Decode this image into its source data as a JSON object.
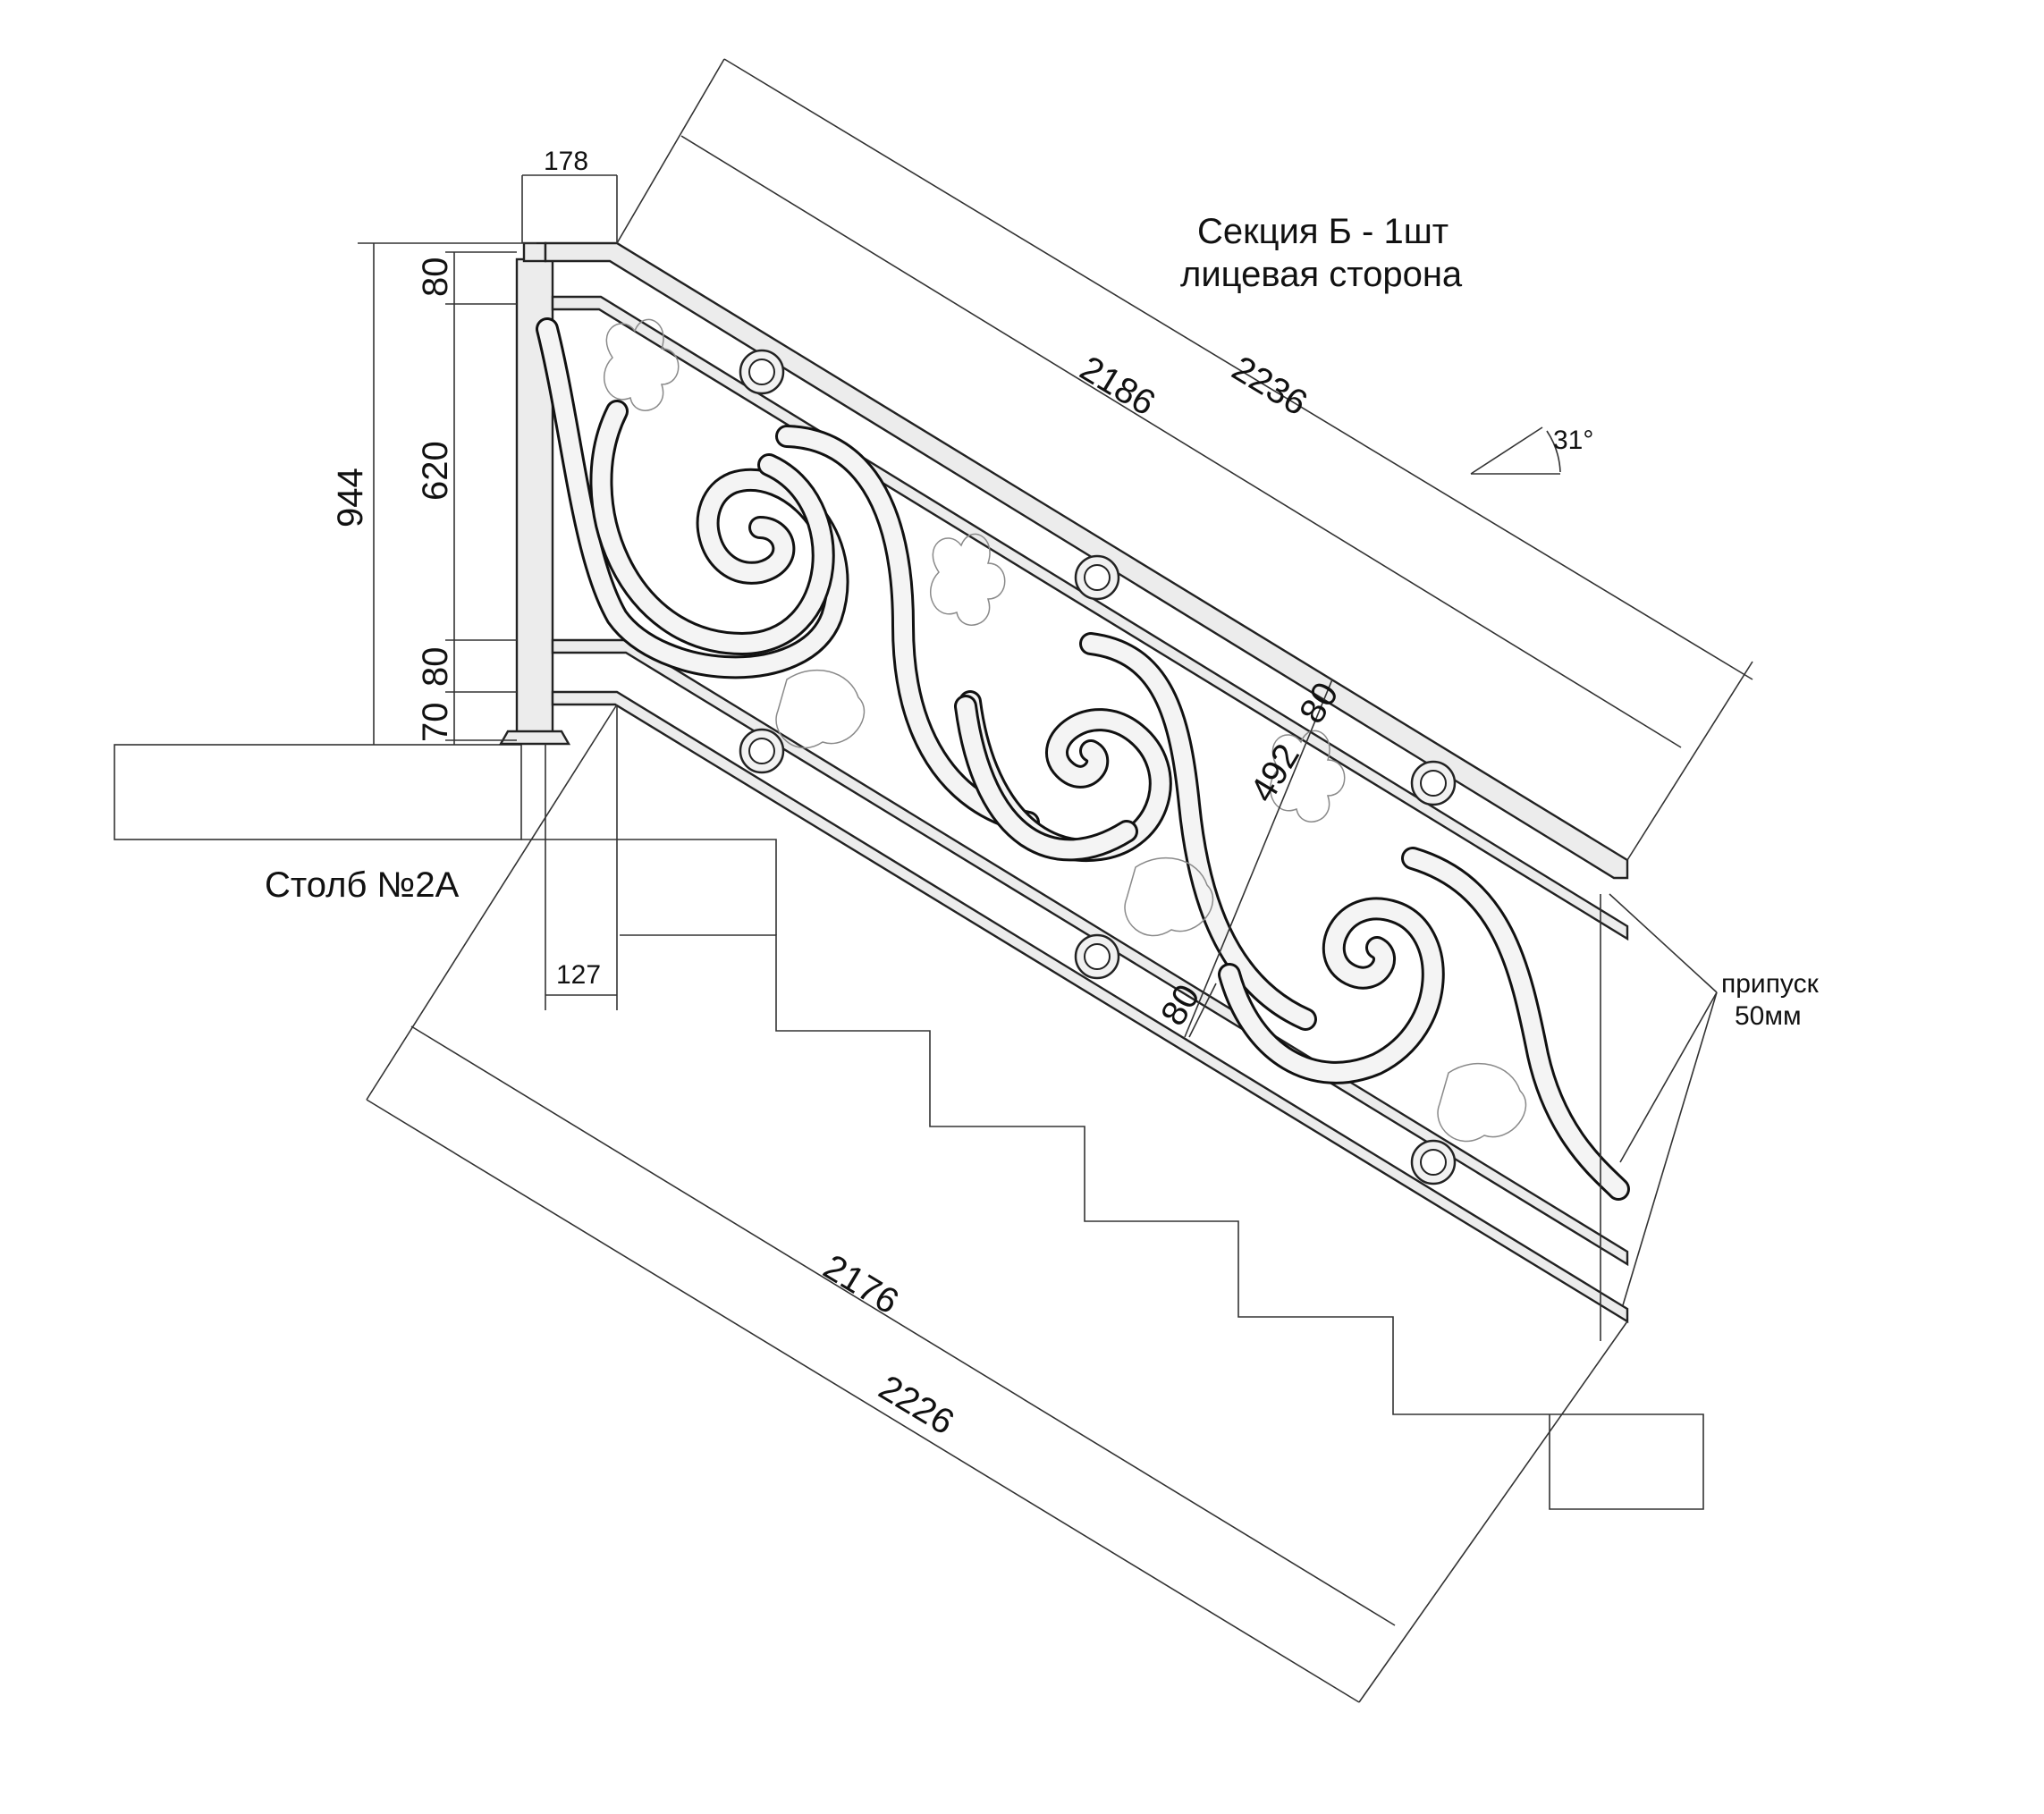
{
  "title": {
    "line1": "Секция Б - 1шт",
    "line2": "лицевая сторона"
  },
  "post_label": "Столб №2А",
  "angle": "31°",
  "allowance": {
    "line1": "припуск",
    "line2": "50мм"
  },
  "dimensions": {
    "top_width": "178",
    "bottom_offset": "127",
    "height_total": "944",
    "seg_80_top": "80",
    "seg_620": "620",
    "seg_80_mid": "80",
    "seg_70": "70",
    "rail_inner_top": "2186",
    "rail_outer_top": "2236",
    "rail_inner_bottom": "2176",
    "rail_outer_bottom": "2226",
    "gap_upper": "80",
    "gap_middle": "492",
    "gap_lower": "80"
  }
}
